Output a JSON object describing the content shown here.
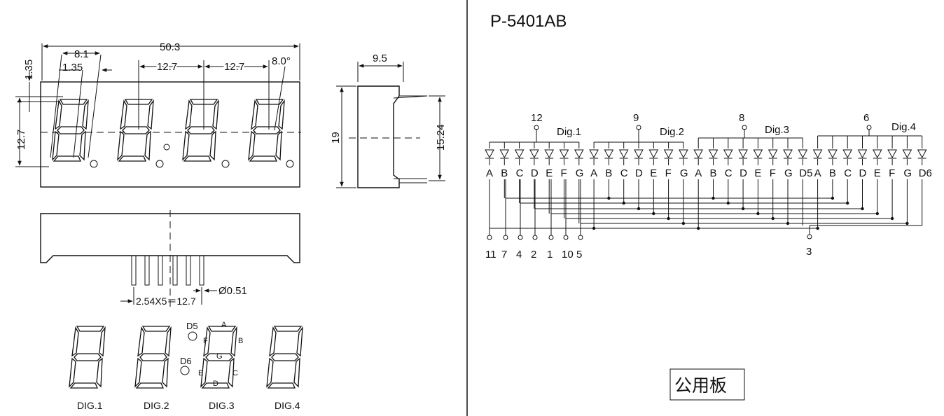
{
  "part_number": "P-5401AB",
  "common_board_label": "公用板",
  "dimensions": {
    "overall_width": "50.3",
    "digit_width": "8.1",
    "segment_offset": "1.35",
    "top_offset": "1.35",
    "pitch_1": "12.7",
    "pitch_2": "12.7",
    "digit_height": "12.7",
    "slant": "8.0°",
    "depth": "9.5",
    "body_height": "19",
    "pin_row_spacing": "15.24",
    "pin_pitch": "2.54X5＝12.7",
    "pin_diameter": "Ø0.51"
  },
  "digit_labels": [
    "DIG.1",
    "DIG.2",
    "DIG.3",
    "DIG.4"
  ],
  "segment_legend": {
    "a": "A",
    "b": "B",
    "c": "C",
    "d": "D",
    "e": "E",
    "f": "F",
    "g": "G",
    "dp5": "D5",
    "dp6": "D6"
  },
  "schematic": {
    "groups": [
      {
        "label": "Dig.1",
        "common_pin": "12",
        "segments": [
          "A",
          "B",
          "C",
          "D",
          "E",
          "F",
          "G"
        ]
      },
      {
        "label": "Dig.2",
        "common_pin": "9",
        "segments": [
          "A",
          "B",
          "C",
          "D",
          "E",
          "F",
          "G"
        ]
      },
      {
        "label": "Dig.3",
        "common_pin": "8",
        "segments": [
          "A",
          "B",
          "C",
          "D",
          "E",
          "F",
          "G",
          "D5"
        ]
      },
      {
        "label": "Dig.4",
        "common_pin": "6",
        "segments": [
          "A",
          "B",
          "C",
          "D",
          "E",
          "F",
          "G",
          "D6"
        ]
      }
    ],
    "bottom_pins": [
      "11",
      "7",
      "4",
      "2",
      "1",
      "10",
      "5"
    ],
    "dp_pin": "3"
  }
}
